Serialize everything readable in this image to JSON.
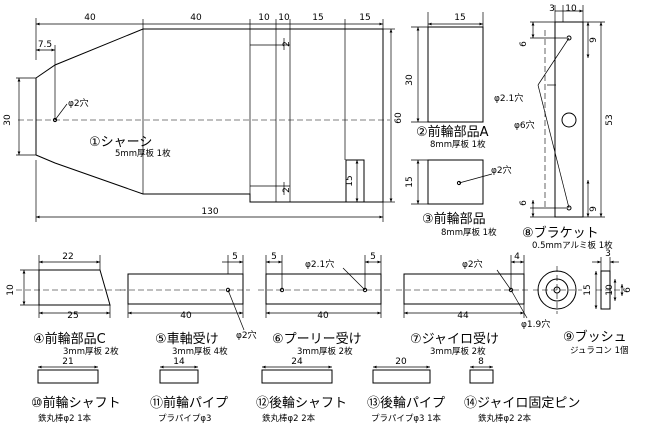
{
  "chassis": {
    "dims": [
      "40",
      "40",
      "10",
      "10",
      "15",
      "15",
      "7.5",
      "30",
      "60",
      "15",
      "130"
    ],
    "hole": "φ2穴",
    "label": "①シャーシ",
    "spec": "5mm厚板 1枚",
    "small_marks": [
      "2",
      "2"
    ]
  },
  "front_a": {
    "dims": [
      "15",
      "30"
    ],
    "label": "②前輪部品A",
    "spec": "8mm厚板 1枚"
  },
  "front_b": {
    "dims": [
      "15"
    ],
    "hole": "φ2穴",
    "label": "③前輪部品",
    "spec": "8mm厚板 1枚"
  },
  "bracket": {
    "dims": [
      "3",
      "10",
      "6",
      "9",
      "53",
      "6",
      "9"
    ],
    "holes": [
      "φ2.1穴",
      "φ6穴"
    ],
    "label": "⑧ブラケット",
    "spec": "0.5mmアルミ板 1枚"
  },
  "front_c": {
    "dims": [
      "22",
      "25",
      "10"
    ],
    "label": "④前輪部品C",
    "spec": "3mm厚板 2枚"
  },
  "axle_support": {
    "dims": [
      "5",
      "40"
    ],
    "hole": "φ2穴",
    "label": "⑤車軸受け",
    "spec": "3mm厚板 4枚"
  },
  "pulley_support": {
    "dims": [
      "5",
      "5",
      "40"
    ],
    "hole": "φ2.1穴",
    "label": "⑥プーリー受け",
    "spec": "3mm厚板 2枚"
  },
  "gyro_support": {
    "dims": [
      "4",
      "44"
    ],
    "holes": [
      "φ2穴",
      "φ1.9穴"
    ],
    "label": "⑦ジャイロ受け",
    "spec": "3mm厚板 2枚"
  },
  "bush": {
    "dims": [
      "3",
      "15",
      "10",
      "6"
    ],
    "label": "⑨ブッシュ",
    "spec": "ジュラコン 1個"
  },
  "parts": [
    {
      "dim": "21",
      "label": "⑩前輪シャフト",
      "spec": "鉄丸棒φ2 1本"
    },
    {
      "dim": "14",
      "label": "⑪前輪パイプ",
      "spec": "プラパイプφ3"
    },
    {
      "dim": "24",
      "label": "⑫後輪シャフト",
      "spec": "鉄丸棒φ2 2本"
    },
    {
      "dim": "20",
      "label": "⑬後輪パイプ",
      "spec": "プラパイプφ3 1本"
    },
    {
      "dim": "8",
      "label": "⑭ジャイロ固定ピン",
      "spec": "鉄丸棒φ2 2本"
    }
  ]
}
